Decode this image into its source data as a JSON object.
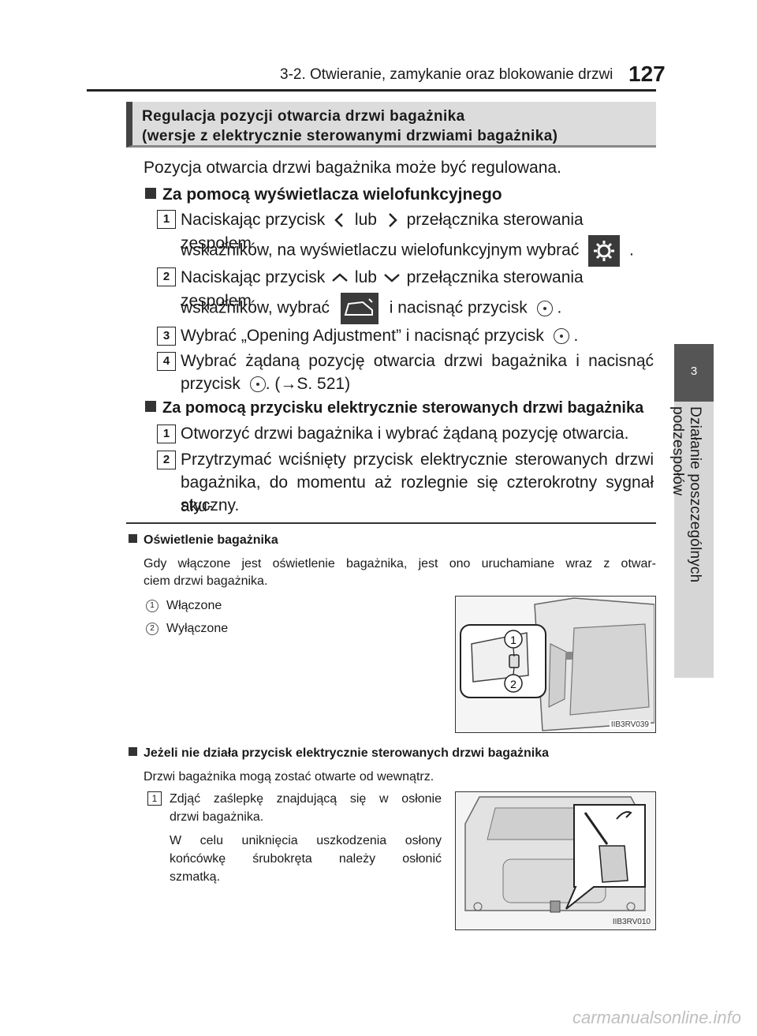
{
  "header": {
    "section": "3-2. Otwieranie, zamykanie oraz blokowanie drzwi",
    "page_number": "127"
  },
  "side_tab": {
    "chapter_number": "3",
    "chapter_title": "Działanie poszczególnych podzespołów"
  },
  "section_box": {
    "line1": "Regulacja pozycji otwarcia drzwi bagażnika",
    "line2": "(wersje z elektrycznie sterowanymi drzwiami bagażnika)"
  },
  "intro": "Pozycja otwarcia drzwi bagażnika może być regulowana.",
  "method1": {
    "title": "Za pomocą wyświetlacza wielofunkcyjnego",
    "step1_num": "1",
    "step1_a": "Naciskając przycisk",
    "step1_b": "lub",
    "step1_c": "przełącznika sterowania zespołem",
    "step1_d": "wskaźników, na wyświetlaczu wielofunkcyjnym wybrać",
    "step1_e": ".",
    "step2_num": "2",
    "step2_a": "Naciskając przycisk",
    "step2_b": "lub",
    "step2_c": "przełącznika sterowania zespołem",
    "step2_d": "wskaźników, wybrać",
    "step2_e": "i nacisnąć przycisk",
    "step2_f": ".",
    "step3_num": "3",
    "step3_a": "Wybrać „Opening Adjustment” i nacisnąć przycisk",
    "step3_b": ".",
    "step4_num": "4",
    "step4_a": "Wybrać żądaną pozycję otwarcia drzwi bagażnika i nacisnąć",
    "step4_b": "przycisk",
    "step4_c": ". (→S. 521)"
  },
  "method2": {
    "title": "Za pomocą przycisku elektrycznie sterowanych drzwi bagażnika",
    "step1_num": "1",
    "step1": "Otworzyć drzwi bagażnika i wybrać żądaną pozycję otwarcia.",
    "step2_num": "2",
    "step2_l1": "Przytrzymać wciśnięty przycisk elektrycznie sterowanych drzwi",
    "step2_l2": "bagażnika, do momentu aż rozlegnie się czterokrotny sygnał aku-",
    "step2_l3": "styczny."
  },
  "note1": {
    "title": "Oświetlenie bagażnika",
    "text_l1": "Gdy włączone jest oświetlenie bagażnika, jest ono uruchamiane wraz z otwar-",
    "text_l2": "ciem drzwi bagażnika.",
    "item1_num": "1",
    "item1": "Włączone",
    "item2_num": "2",
    "item2": "Wyłączone",
    "figure_id": "IIB3RV039",
    "callout1": "1",
    "callout2": "2"
  },
  "note2": {
    "title": "Jeżeli nie działa przycisk elektrycznie sterowanych drzwi bagażnika",
    "text": "Drzwi bagażnika mogą zostać otwarte od wewnątrz.",
    "step1_num": "1",
    "step1_l1": "Zdjąć zaślepkę znajdującą się w osłonie",
    "step1_l2": "drzwi bagażnika.",
    "sub_l1": "W celu uniknięcia uszkodzenia osłony",
    "sub_l2": "końcówkę śrubokręta należy osłonić",
    "sub_l3": "szmatką.",
    "figure_id": "IIB3RV010"
  },
  "watermark": "carmanualsonline.info"
}
